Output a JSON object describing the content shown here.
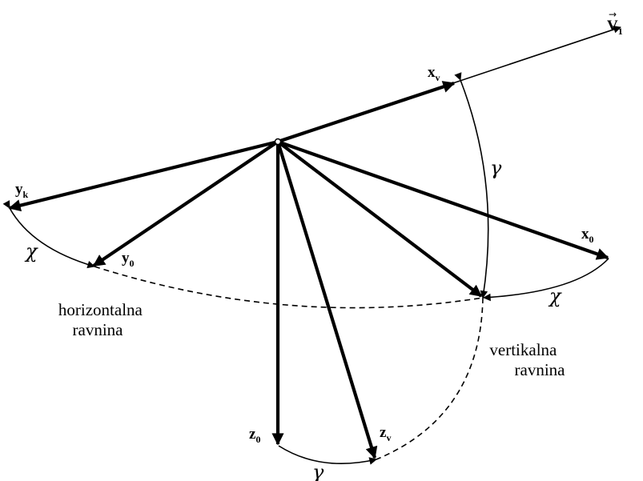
{
  "vectors": {
    "v1": {
      "main": "V",
      "sub": "1"
    },
    "xv": {
      "main": "x",
      "sub": "v"
    },
    "yk": {
      "main": "y",
      "sub": "k"
    },
    "y0": {
      "main": "y",
      "sub": "0"
    },
    "x0": {
      "main": "x",
      "sub": "0"
    },
    "z0": {
      "main": "z",
      "sub": "0"
    },
    "zv": {
      "main": "z",
      "sub": "v"
    }
  },
  "angles": {
    "gamma_vertical": "γ",
    "gamma_bottom": "γ",
    "chi_left": "χ",
    "chi_right": "χ"
  },
  "planes": {
    "horizontal": [
      "horizontalna",
      "ravnina"
    ],
    "vertical": [
      "vertikalna",
      "ravnina"
    ]
  }
}
